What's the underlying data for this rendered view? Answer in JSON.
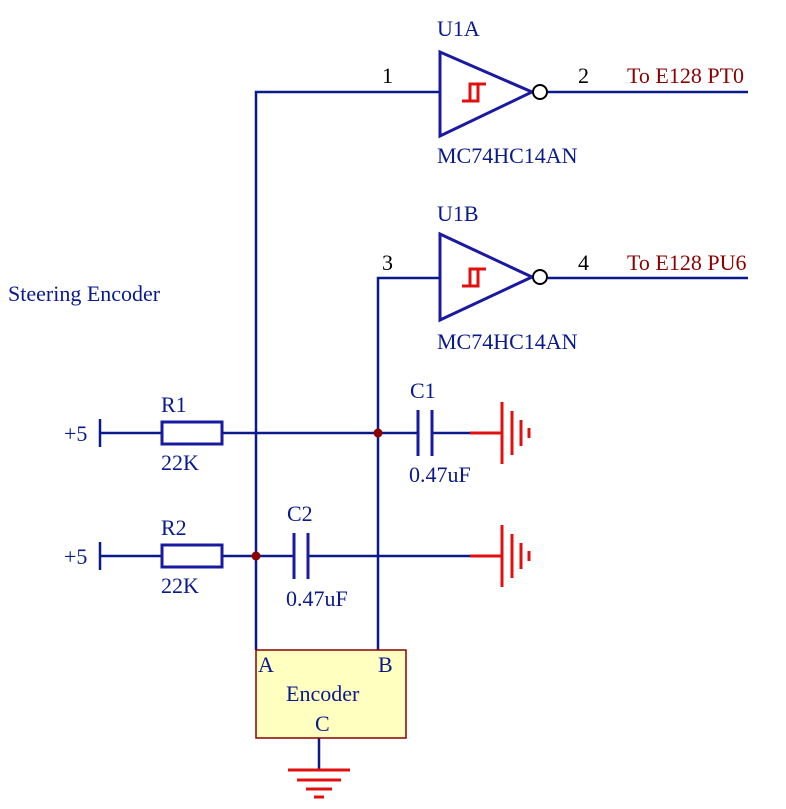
{
  "title": "Steering Encoder",
  "gates": [
    {
      "ref": "U1A",
      "part": "MC74HC14AN",
      "pin_in": "1",
      "pin_out": "2",
      "net": "To E128 PT0"
    },
    {
      "ref": "U1B",
      "part": "MC74HC14AN",
      "pin_in": "3",
      "pin_out": "4",
      "net": "To E128 PU6"
    }
  ],
  "resistors": [
    {
      "ref": "R1",
      "value": "22K",
      "supply": "+5"
    },
    {
      "ref": "R2",
      "value": "22K",
      "supply": "+5"
    }
  ],
  "capacitors": [
    {
      "ref": "C1",
      "value": "0.47uF"
    },
    {
      "ref": "C2",
      "value": "0.47uF"
    }
  ],
  "encoder": {
    "name": "Encoder",
    "pin_a": "A",
    "pin_b": "B",
    "pin_c": "C"
  },
  "colors": {
    "wire": "#0a1a8c",
    "net_label": "#8b0000",
    "ground": "#e01010",
    "encoder_fill": "#ffffc0",
    "junction": "#8b0000"
  }
}
